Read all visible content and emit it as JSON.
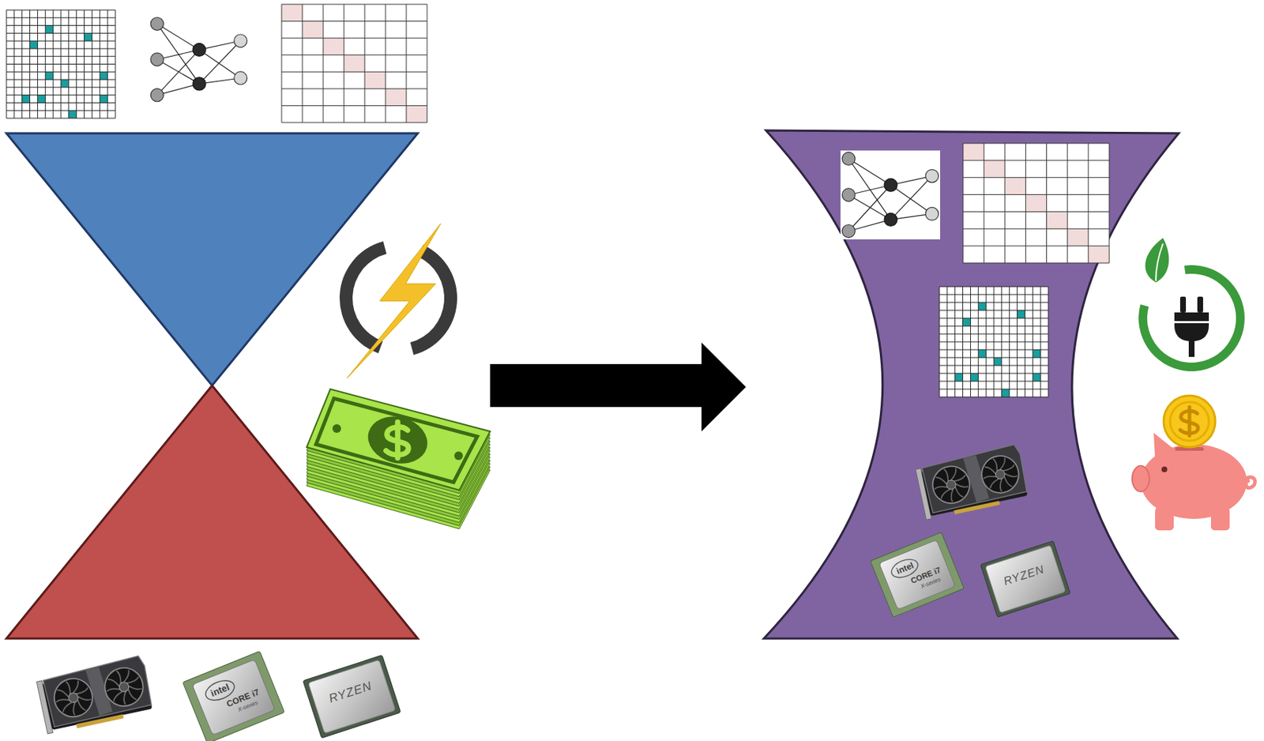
{
  "diagram": {
    "labels": [
      "intel",
      "CORE i7",
      "X-series",
      "RYZEN",
      "intel",
      "CORE i7",
      "X-series",
      "RYZEN"
    ]
  }
}
